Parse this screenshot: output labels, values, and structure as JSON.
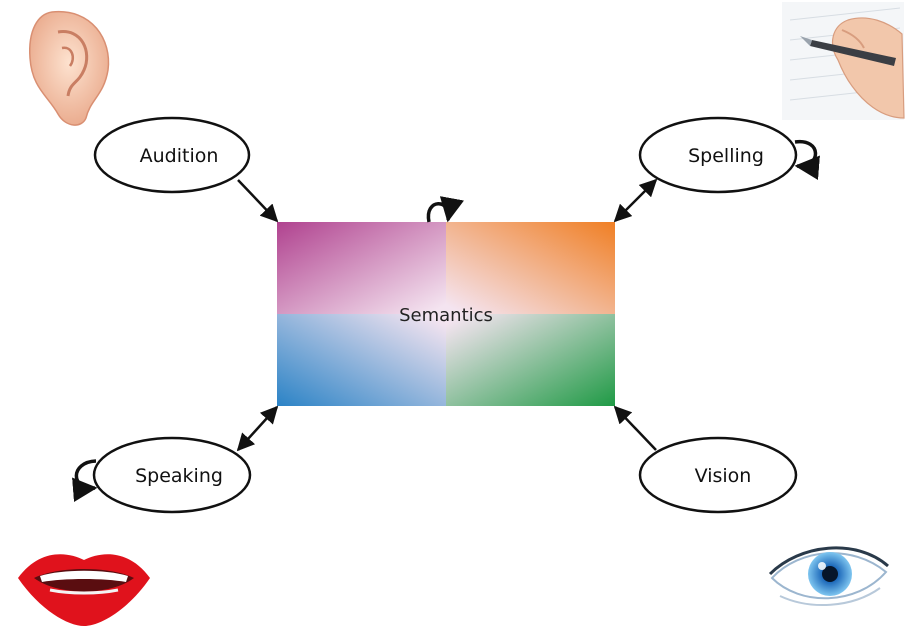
{
  "center": {
    "label": "Semantics"
  },
  "nodes": {
    "audition": {
      "label": "Audition"
    },
    "spelling": {
      "label": "Spelling"
    },
    "speaking": {
      "label": "Speaking"
    },
    "vision": {
      "label": "Vision"
    }
  },
  "icons": [
    "ear-icon",
    "writing-hand-icon",
    "lips-icon",
    "eye-icon"
  ],
  "colors": {
    "quadrant_top_left": "#b0428f",
    "quadrant_top_right": "#f07f24",
    "quadrant_bottom_left": "#2b83c6",
    "quadrant_bottom_right": "#1f9a45",
    "center_glow": "#f4e4f0",
    "stroke": "#111111"
  }
}
